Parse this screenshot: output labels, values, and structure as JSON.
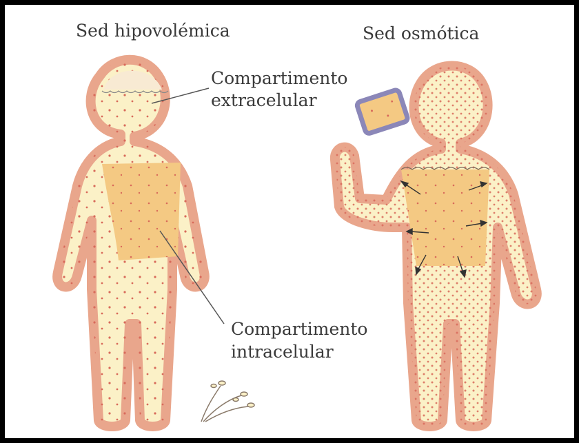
{
  "titles": {
    "left": "Sed hipovolémica",
    "right": "Sed osmótica"
  },
  "labels": {
    "extracellular_line1": "Compartimento",
    "extracellular_line2": "extracelular",
    "intracellular_line1": "Compartimento",
    "intracellular_line2": "intracelular"
  },
  "colors": {
    "border": "#000000",
    "skin_outline": "#e9a68c",
    "extracellular_fill": "#fbf1c7",
    "intracellular_fill": "#f4c983",
    "dots": "#d86a5a",
    "glass": "#8b87b8",
    "leader_line": "#555555"
  }
}
